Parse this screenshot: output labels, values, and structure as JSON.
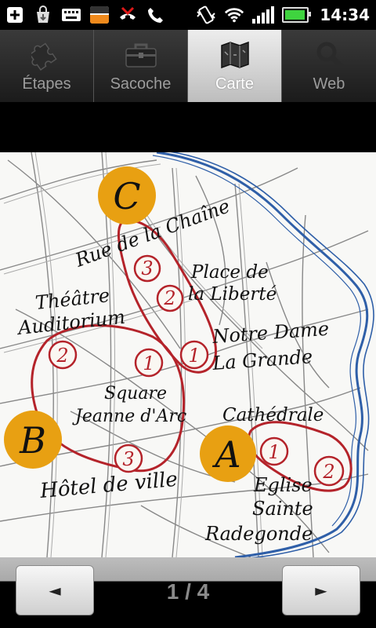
{
  "status_bar": {
    "time": "14:34",
    "icons": [
      "plus-box-icon",
      "shopping-bag-icon",
      "keyboard-icon",
      "amazon-appstore-icon",
      "missed-call-icon",
      "phone-icon",
      "vibrate-icon",
      "wifi-icon",
      "signal-icon",
      "battery-icon"
    ],
    "battery_level": 0.95
  },
  "tabs": [
    {
      "label": "Étapes",
      "icon": "puzzle-icon",
      "active": false
    },
    {
      "label": "Sacoche",
      "icon": "briefcase-icon",
      "active": false
    },
    {
      "label": "Carte",
      "icon": "map-icon",
      "active": true
    },
    {
      "label": "Web",
      "icon": "search-icon",
      "active": false
    }
  ],
  "map": {
    "labels": {
      "rue_chaine": "Rue de la Chaîne",
      "place_liberte_1": "Place de",
      "place_liberte_2": "la Liberté",
      "theatre_1": "Théâtre",
      "theatre_2": "Auditorium",
      "notre_dame_1": "Notre Dame",
      "notre_dame_2": "La Grande",
      "square_1": "Square",
      "square_2": "Jeanne d'Arc",
      "cathedrale": "Cathédrale",
      "hotel": "Hôtel de ville",
      "eglise_1": "Eglise",
      "eglise_2": "Sainte",
      "eglise_3": "Radegonde"
    },
    "markers": {
      "a": "A",
      "b": "B",
      "c": "C"
    },
    "steps": {
      "c3": "3",
      "c2": "2",
      "c1": "1",
      "b2": "2",
      "b1": "1",
      "b3": "3",
      "a1": "1",
      "a2": "2"
    },
    "colors": {
      "route": "#b4232a",
      "marker": "#e8a012",
      "river": "#2f5fa8"
    }
  },
  "pager": {
    "prev_label": "◄",
    "next_label": "►",
    "indicator": "1 / 4"
  }
}
